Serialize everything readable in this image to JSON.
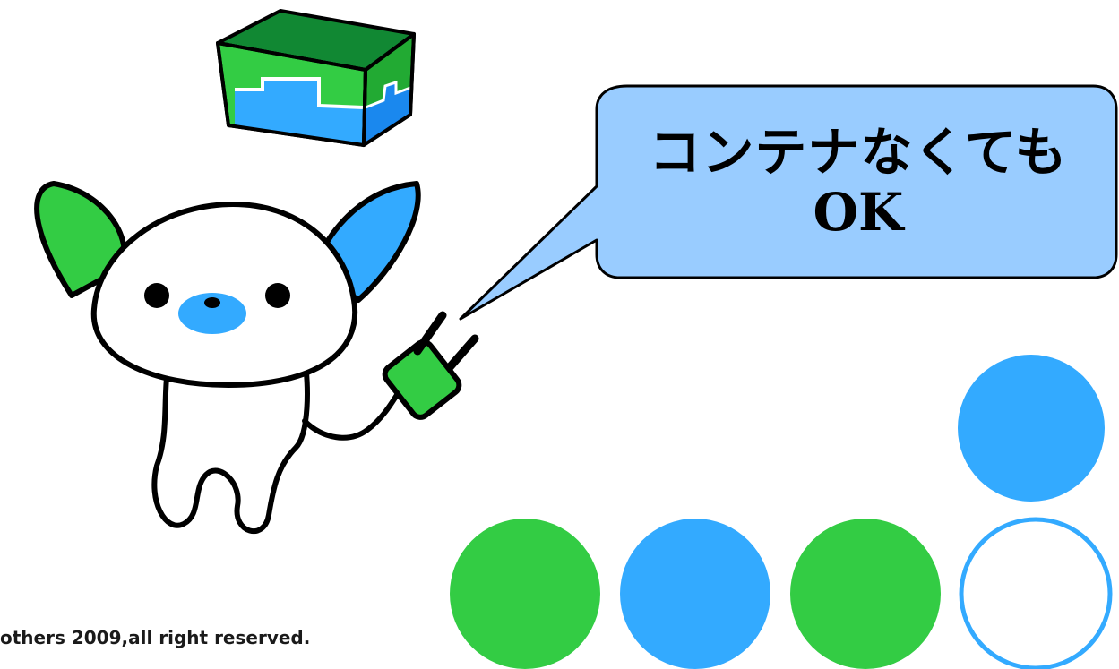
{
  "speech_bubble": {
    "line1": "コンテナなくても",
    "line2": "OK"
  },
  "footer": {
    "copyright": "others 2009,all right reserved."
  },
  "colors": {
    "green": "#33cc44",
    "blue": "#33aaff",
    "bubble_fill": "#99ccff",
    "dark_green": "#118833",
    "outline": "#000000"
  },
  "decorative_dots": [
    {
      "fill": "green"
    },
    {
      "fill": "blue"
    },
    {
      "fill": "green"
    },
    {
      "fill": "none",
      "stroke": "blue"
    },
    {
      "fill": "blue"
    }
  ]
}
